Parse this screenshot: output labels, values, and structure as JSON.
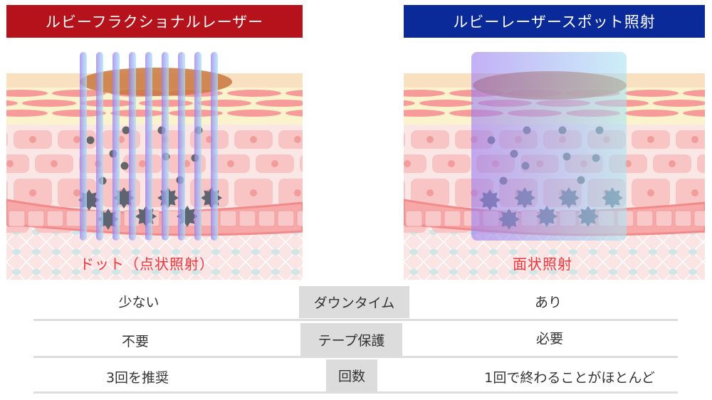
{
  "left_panel": {
    "title": "ルビーフラクショナルレーザー",
    "caption": "ドット（点状照射）",
    "color": "#b5121b"
  },
  "right_panel": {
    "title": "ルビーレーザースポット照射",
    "caption": "面状照射",
    "color": "#0a2a99"
  },
  "comparison": [
    {
      "label": "ダウンタイム",
      "left": "少ない",
      "right": "あり"
    },
    {
      "label": "テープ保護",
      "left": "不要",
      "right": "必要"
    },
    {
      "label": "回数",
      "left": "3回を推奨",
      "right": "1回で終わることがほとんど"
    }
  ]
}
